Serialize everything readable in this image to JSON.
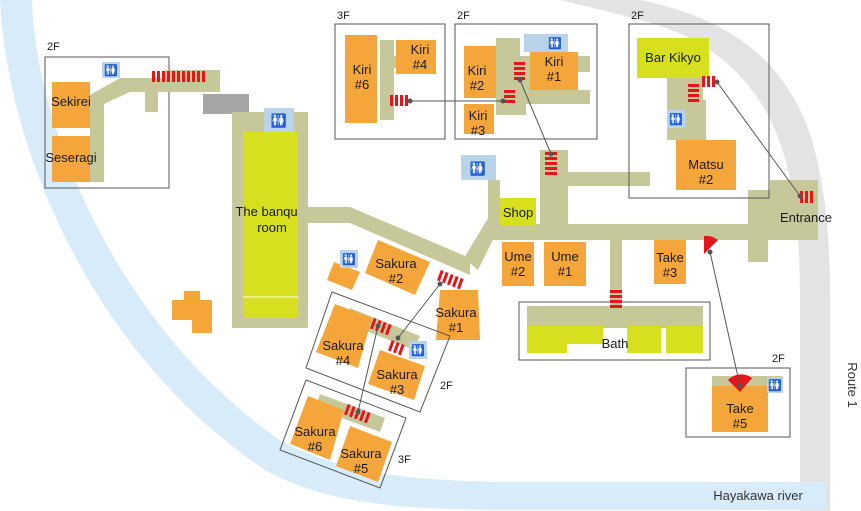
{
  "colors": {
    "room": "#f5a63a",
    "hall": "#d6e01e",
    "corridor": "#c7c89a",
    "restroom": "#b9d3ea",
    "stairs": "#e8141b",
    "river": "#d7ecf8",
    "road": "#e3e3e3"
  },
  "labels": {
    "river": "Hayakawa river",
    "road": "Route 1",
    "entrance": "Entrance",
    "shop": "Shop",
    "bath": "Bath",
    "banquet_1": "The banquet",
    "banquet_2": "room",
    "sekirei": "Sekirei",
    "seseragi": "Seseragi",
    "kiri6_1": "Kiri",
    "kiri6_2": "#6",
    "kiri4_1": "Kiri",
    "kiri4_2": "#4",
    "kiri2_1": "Kiri",
    "kiri2_2": "#2",
    "kiri1_1": "Kiri",
    "kiri1_2": "#1",
    "kiri3_1": "Kiri",
    "kiri3_2": "#3",
    "bar_kikyo": "Bar Kikyo",
    "matsu2_1": "Matsu",
    "matsu2_2": "#2",
    "ume2_1": "Ume",
    "ume2_2": "#2",
    "ume1_1": "Ume",
    "ume1_2": "#1",
    "take3_1": "Take",
    "take3_2": "#3",
    "take5_1": "Take",
    "take5_2": "#5",
    "sakura2_1": "Sakura",
    "sakura2_2": "#2",
    "sakura1_1": "Sakura",
    "sakura1_2": "#1",
    "sakura4_1": "Sakura",
    "sakura4_2": "#4",
    "sakura3_1": "Sakura",
    "sakura3_2": "#3",
    "sakura6_1": "Sakura",
    "sakura6_2": "#6",
    "sakura5_1": "Sakura",
    "sakura5_2": "#5"
  },
  "floors": {
    "west_wing": "2F",
    "kiri_3f": "3F",
    "kiri_2f": "2F",
    "kikyo": "2F",
    "sakura_2f": "2F",
    "sakura_3f": "3F",
    "take5": "2F"
  },
  "icons": {
    "restroom": "restroom-icon",
    "stairs": "stairs-icon",
    "spiral_stairs": "spiral-stairs-icon"
  }
}
